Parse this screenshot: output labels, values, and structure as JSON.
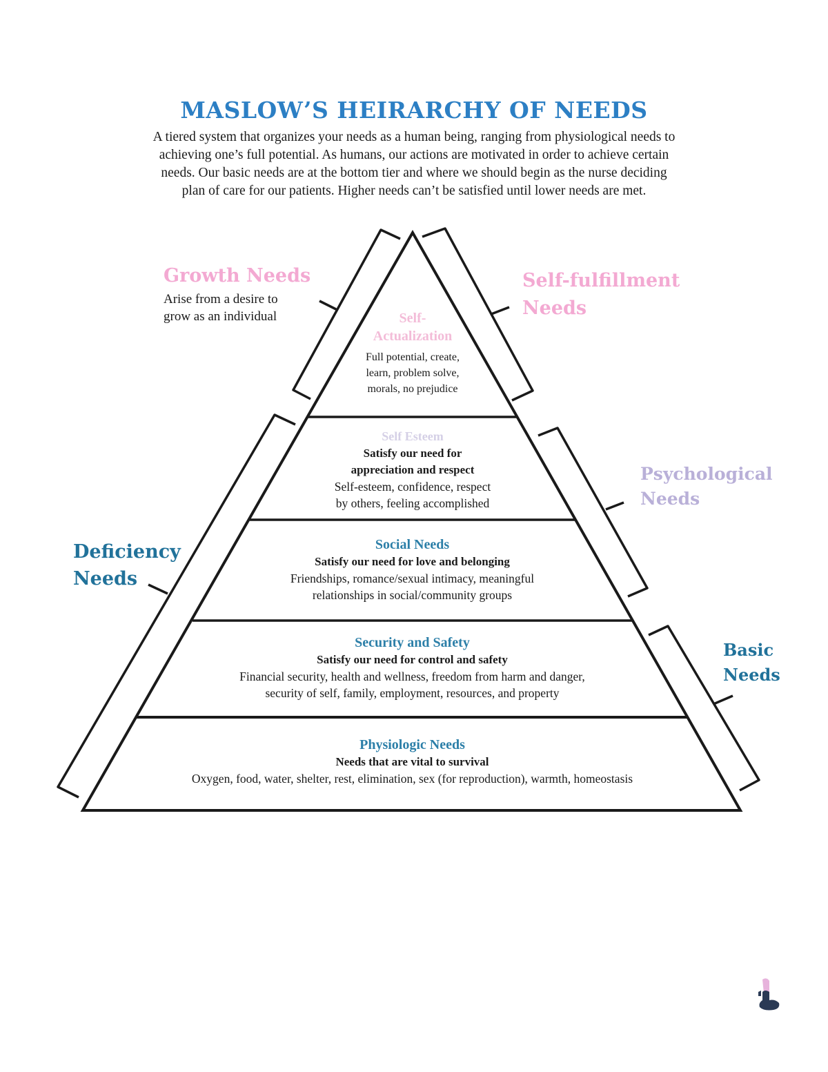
{
  "title": "MASLOW’S HEIRARCHY OF NEEDS",
  "intro_lines": [
    "A tiered system that organizes your needs as a human being, ranging from physiological needs to",
    "achieving one’s full potential. As humans, our actions are motivated in order to achieve certain",
    "needs. Our basic needs are at the bottom tier and where we should begin as the nurse deciding",
    "plan of care for our patients. Higher needs can’t be satisfied until lower needs are met."
  ],
  "side_labels": {
    "growth": {
      "title": "Growth Needs",
      "desc_lines": [
        "Arise from a desire to",
        "grow as an individual"
      ]
    },
    "self_fulfillment": {
      "line1": "Self-fulfillment",
      "line2": "Needs"
    },
    "psychological": {
      "line1": "Psychological",
      "line2": "Needs"
    },
    "deficiency": {
      "line1": "Deficiency",
      "line2": "Needs"
    },
    "basic": {
      "line1": "Basic",
      "line2": "Needs"
    }
  },
  "tiers": {
    "self_actualization": {
      "name_line1": "Self-",
      "name_line2": "Actualization",
      "desc_lines": [
        "Full potential, create,",
        "learn, problem solve,",
        "morals, no prejudice"
      ]
    },
    "self_esteem": {
      "name": "Self Esteem",
      "subtitle_lines": [
        "Satisfy our need for",
        "appreciation and respect"
      ],
      "desc_lines": [
        "Self-esteem, confidence, respect",
        "by others, feeling accomplished"
      ]
    },
    "social": {
      "name": "Social Needs",
      "subtitle": "Satisfy our need for love and belonging",
      "desc_lines": [
        "Friendships, romance/sexual intimacy, meaningful",
        "relationships in social/community groups"
      ]
    },
    "security": {
      "name": "Security and Safety",
      "subtitle": "Satisfy our need for control and safety",
      "desc_lines": [
        "Financial security, health and wellness, freedom from harm and danger,",
        "security of self, family, employment, resources, and property"
      ]
    },
    "physiologic": {
      "name": "Physiologic Needs",
      "subtitle": "Needs that are vital to survival",
      "desc": "Oxygen, food, water, shelter, rest, elimination, sex (for reproduction), warmth, homeostasis"
    }
  },
  "colors": {
    "title_blue": "#2c7fc4",
    "tier_name_blue": "#2c7fa8",
    "pink": "#f3a9d2",
    "lavender": "#b9b0d8",
    "teal": "#21729a"
  },
  "icons": {
    "corner_logo": "studocu-logo-icon"
  }
}
